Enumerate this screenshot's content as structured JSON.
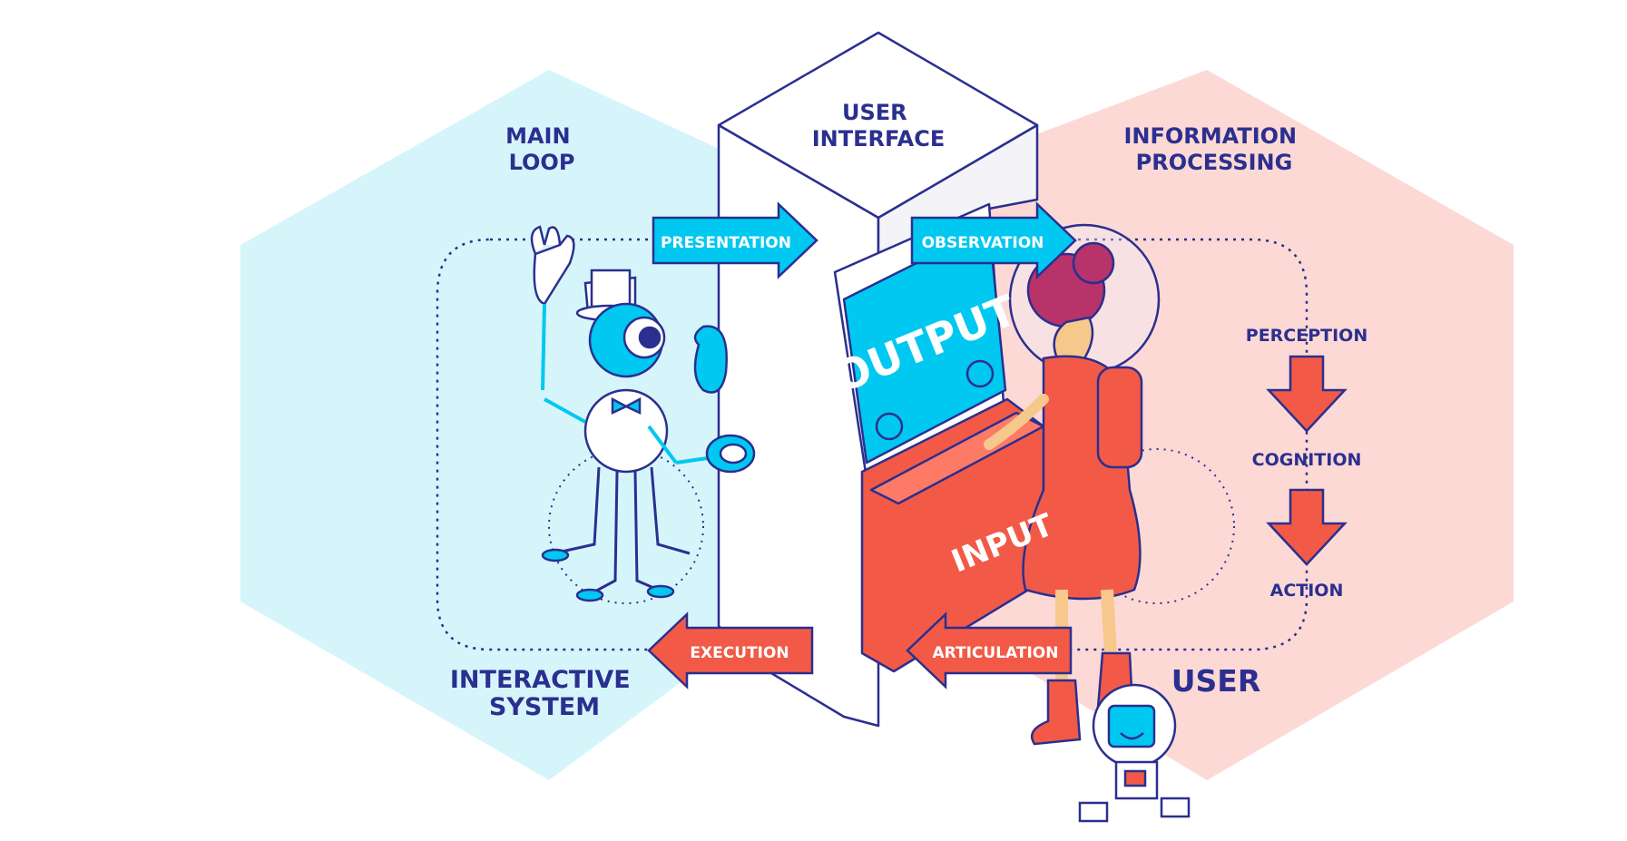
{
  "labels": {
    "main_loop": [
      "MAIN",
      "LOOP"
    ],
    "user_interface": [
      "USER",
      "INTERFACE"
    ],
    "information_processing": [
      "INFORMATION",
      "PROCESSING"
    ],
    "interactive_system": [
      "INTERACTIVE",
      "SYSTEM"
    ],
    "user": "USER",
    "output": "OUTPUT",
    "input": "INPUT"
  },
  "arrows": {
    "presentation": "PRESENTATION",
    "observation": "OBSERVATION",
    "execution": "EXECUTION",
    "articulation": "ARTICULATION"
  },
  "stages": [
    "PERCEPTION",
    "COGNITION",
    "ACTION"
  ],
  "colors": {
    "navy": "#2b2f8f",
    "cyan": "#00c8f0",
    "cyan_bg": "#d6f5fb",
    "red": "#f25a47",
    "pink_bg": "#fdd9d5",
    "skin": "#f6c88c",
    "magenta_hair": "#b8336a"
  }
}
